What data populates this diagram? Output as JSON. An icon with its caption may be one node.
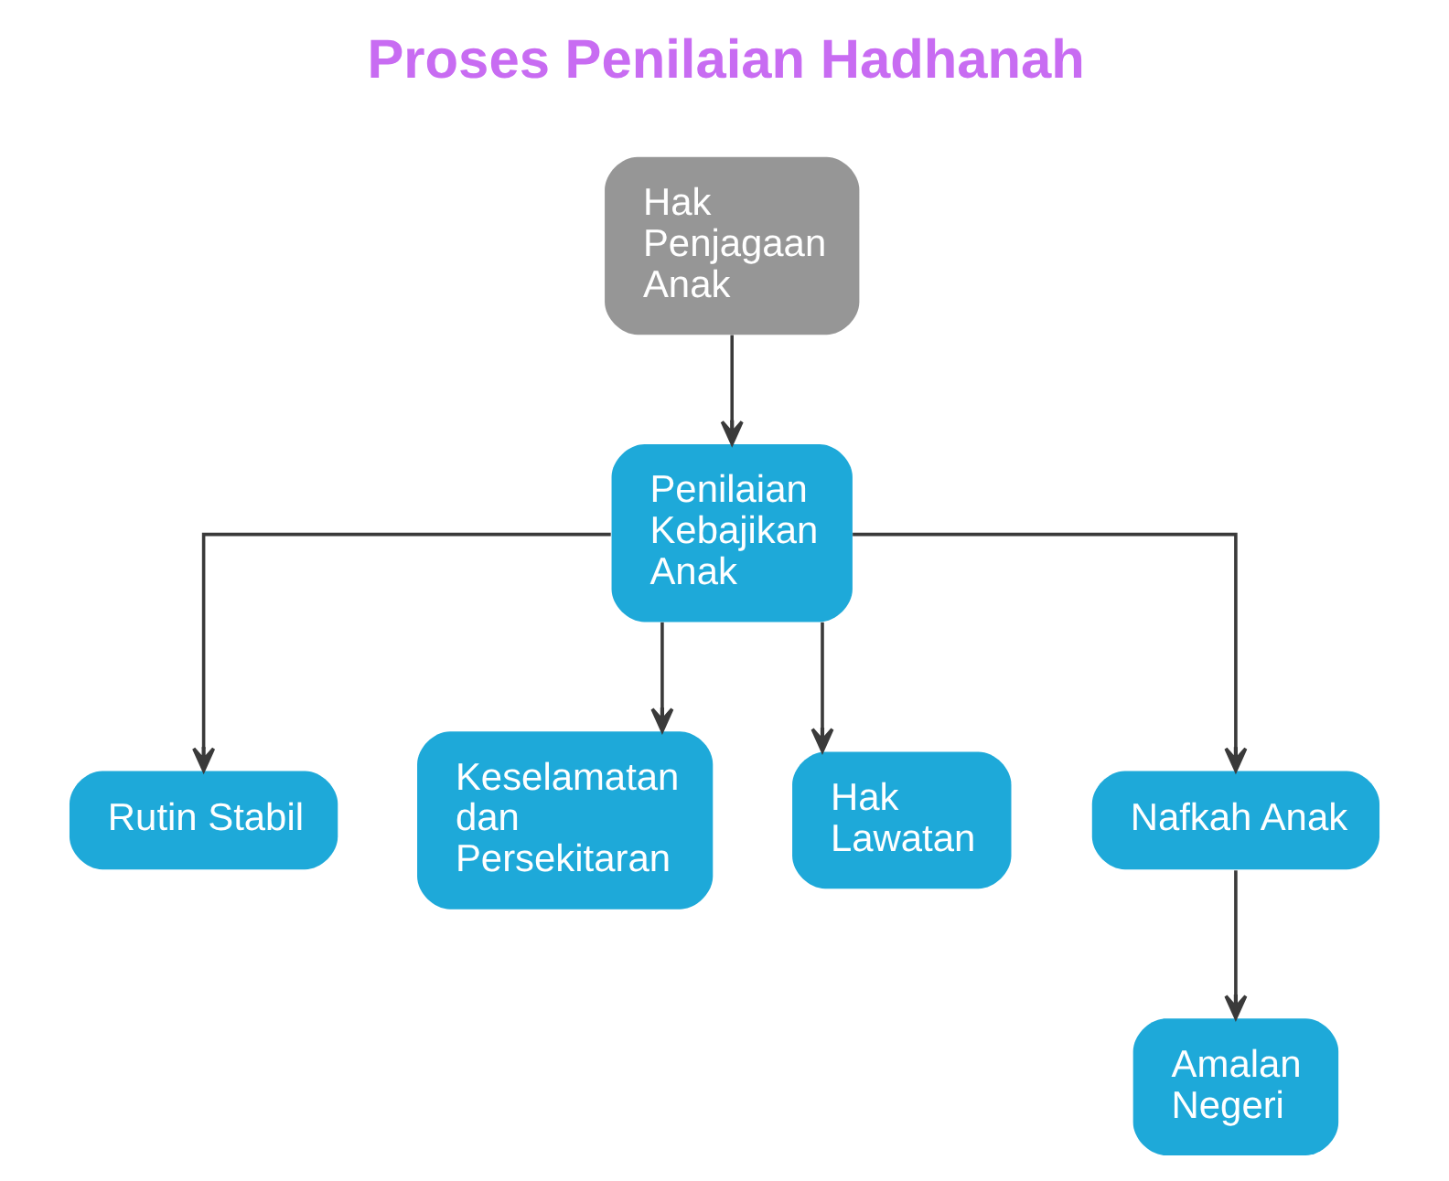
{
  "diagram": {
    "title": "Proses Penilaian Hadhanah",
    "nodes": [
      {
        "text": [
          "Hak Penjagaan Anak"
        ]
      },
      {
        "text": [
          "Penilaian Kebajikan Anak"
        ]
      },
      {
        "text": [
          "Rutin Stabil"
        ]
      },
      {
        "text": [
          "Keselamatan dan Persekitaran"
        ]
      },
      {
        "text": [
          "Hak Lawatan"
        ]
      },
      {
        "text": [
          "Nafkah Anak"
        ]
      },
      {
        "text": [
          "Amalan Negeri"
        ]
      }
    ],
    "edges": [
      {
        "from": 0,
        "to": 1,
        "arrow": "to"
      },
      {
        "from": 1,
        "to": 2,
        "arrow": "to"
      },
      {
        "from": 1,
        "to": 3,
        "arrow": "to"
      },
      {
        "from": 1,
        "to": 4,
        "arrow": "to"
      },
      {
        "from": 1,
        "to": 5,
        "arrow": "to"
      },
      {
        "from": 5,
        "to": 6,
        "arrow": "to"
      }
    ]
  }
}
